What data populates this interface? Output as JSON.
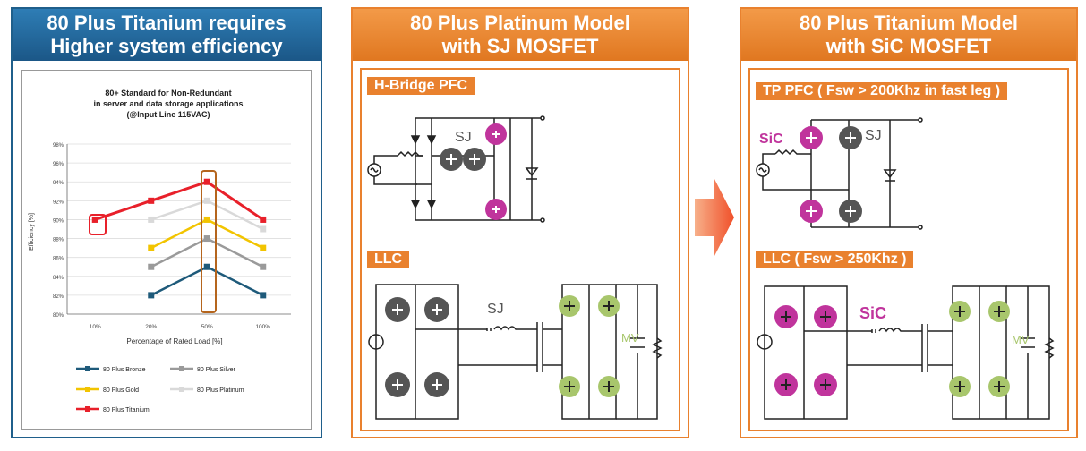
{
  "panels": {
    "left": {
      "title_line1": "80 Plus Titanium requires",
      "title_line2": "Higher system efficiency"
    },
    "middle": {
      "title_line1": "80 Plus Platinum Model",
      "title_line2": "with SJ MOSFET",
      "section1": "H-Bridge PFC",
      "section2": "LLC",
      "label_sj_1": "SJ",
      "label_sj_2": "SJ",
      "label_mv": "MV"
    },
    "right": {
      "title_line1": "80 Plus Titanium Model",
      "title_line2": "with SiC MOSFET",
      "section1": "TP PFC ( Fsw > 200Khz in fast leg )",
      "section2": "LLC ( Fsw > 250Khz )",
      "label_sic_1": "SiC",
      "label_sj": "SJ",
      "label_sic_2": "SiC",
      "label_mv": "MV"
    }
  },
  "colors": {
    "blue_header": "#1f5f8b",
    "orange": "#e9812e",
    "sj_dark": "#555555",
    "sic_magenta": "#c0349c",
    "mv_green": "#a8c66c"
  },
  "chart_data": {
    "type": "line",
    "title_line1": "80+ Standard for Non-Redundant",
    "title_line2": "in server and data storage applications",
    "title_line3": "(@Input Line 115VAC)",
    "xlabel": "Percentage of Rated Load [%]",
    "ylabel": "Efficiency [%]",
    "categories": [
      "10%",
      "20%",
      "50%",
      "100%"
    ],
    "yticks": [
      "80%",
      "82%",
      "84%",
      "86%",
      "88%",
      "90%",
      "92%",
      "94%",
      "96%",
      "98%"
    ],
    "ylim": [
      80,
      98
    ],
    "series": [
      {
        "name": "80 Plus Bronze",
        "color": "#1e5a7a",
        "values": [
          null,
          82,
          85,
          82
        ]
      },
      {
        "name": "80 Plus Silver",
        "color": "#9a9a9a",
        "values": [
          null,
          85,
          88,
          85
        ]
      },
      {
        "name": "80 Plus Gold",
        "color": "#f2c400",
        "values": [
          null,
          87,
          90,
          87
        ]
      },
      {
        "name": "80 Plus Platinum",
        "color": "#d9d9d9",
        "values": [
          null,
          90,
          92,
          89
        ]
      },
      {
        "name": "80 Plus Titanium",
        "color": "#e8202a",
        "values": [
          90,
          92,
          94,
          90
        ]
      }
    ]
  }
}
